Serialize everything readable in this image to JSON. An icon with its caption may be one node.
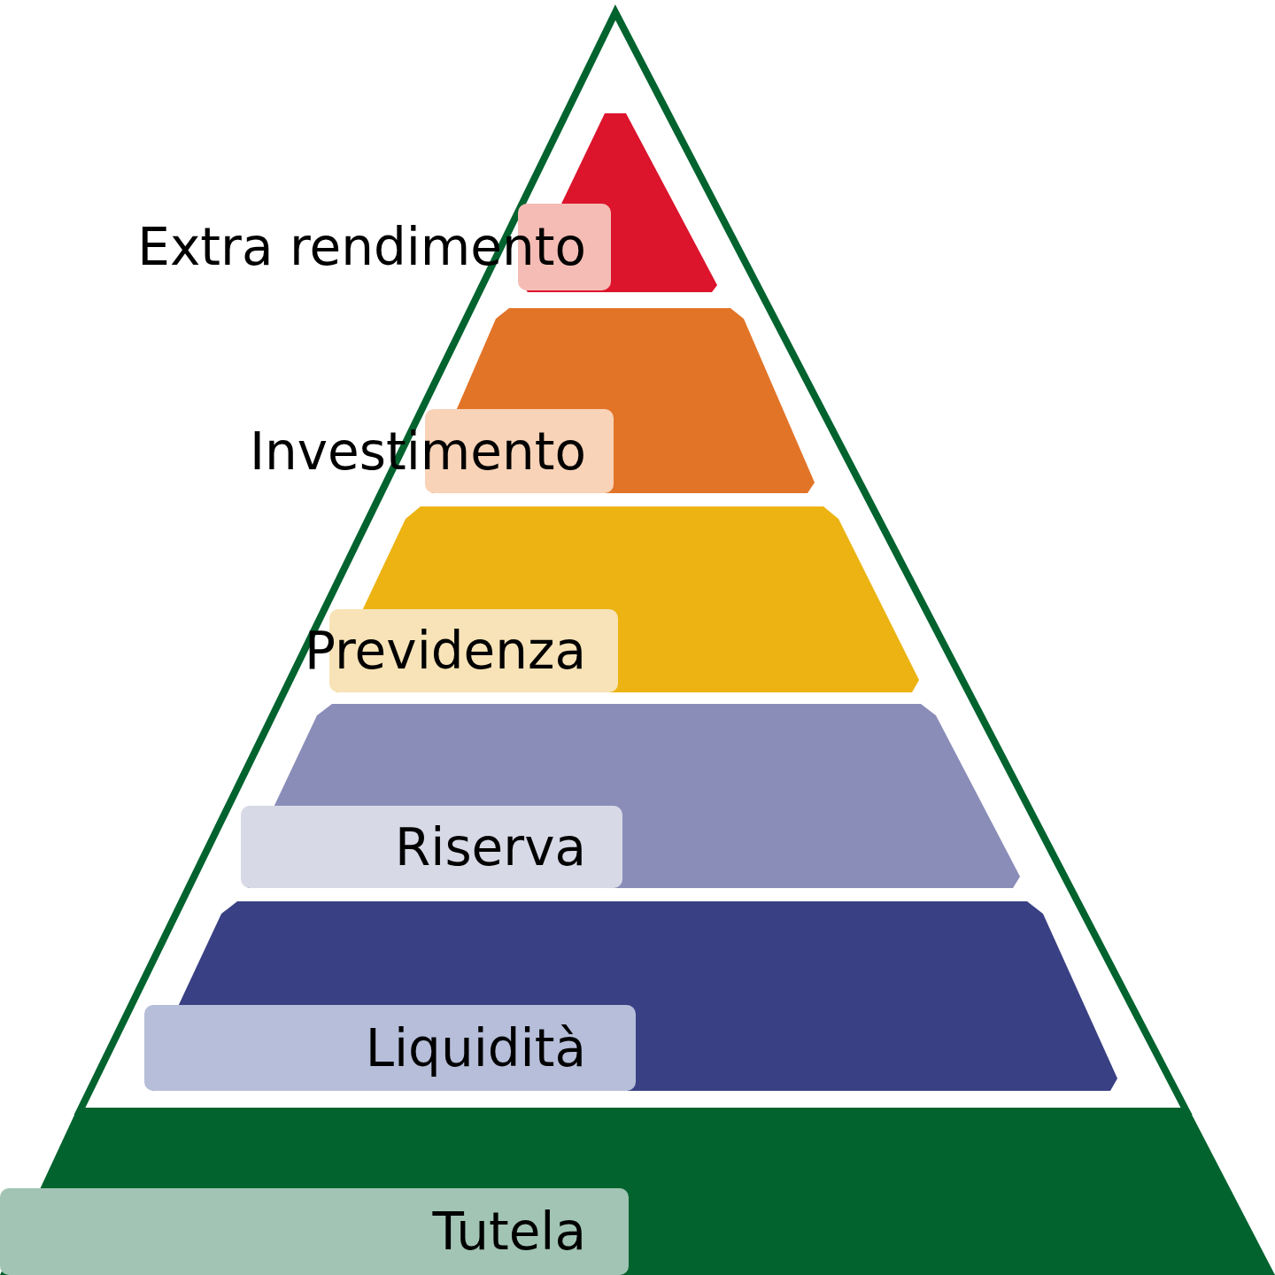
{
  "diagram": {
    "nodes": [
      {
        "text": [
          "Extra rendimento"
        ]
      },
      {
        "text": [
          "Investimento"
        ]
      },
      {
        "text": [
          "Previdenza"
        ]
      },
      {
        "text": [
          "Riserva"
        ]
      },
      {
        "text": [
          "Liquidità"
        ]
      },
      {
        "text": [
          "Tutela"
        ]
      }
    ]
  }
}
